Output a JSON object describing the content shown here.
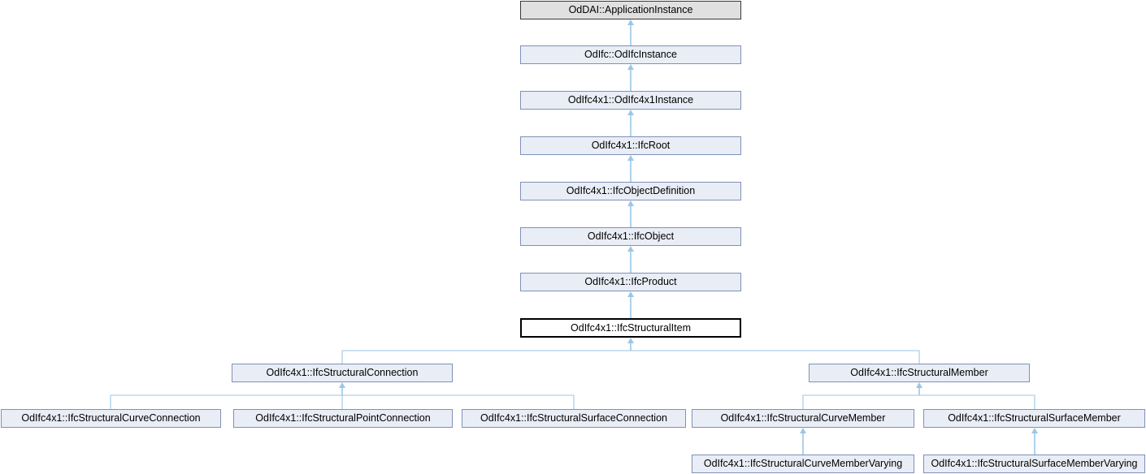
{
  "diagram": {
    "type": "class-inheritance-graph",
    "nodes": {
      "application_instance": {
        "label": "OdDAI::ApplicationInstance",
        "variant": "external"
      },
      "odifc_instance": {
        "label": "OdIfc::OdIfcInstance",
        "variant": "normal"
      },
      "odifc4x1_instance": {
        "label": "OdIfc4x1::OdIfc4x1Instance",
        "variant": "normal"
      },
      "ifc_root": {
        "label": "OdIfc4x1::IfcRoot",
        "variant": "normal"
      },
      "ifc_object_definition": {
        "label": "OdIfc4x1::IfcObjectDefinition",
        "variant": "normal"
      },
      "ifc_object": {
        "label": "OdIfc4x1::IfcObject",
        "variant": "normal"
      },
      "ifc_product": {
        "label": "OdIfc4x1::IfcProduct",
        "variant": "normal"
      },
      "ifc_structural_item": {
        "label": "OdIfc4x1::IfcStructuralItem",
        "variant": "current"
      },
      "structural_connection": {
        "label": "OdIfc4x1::IfcStructuralConnection",
        "variant": "normal"
      },
      "structural_member": {
        "label": "OdIfc4x1::IfcStructuralMember",
        "variant": "normal"
      },
      "curve_connection": {
        "label": "OdIfc4x1::IfcStructuralCurveConnection",
        "variant": "normal"
      },
      "point_connection": {
        "label": "OdIfc4x1::IfcStructuralPointConnection",
        "variant": "normal"
      },
      "surface_connection": {
        "label": "OdIfc4x1::IfcStructuralSurfaceConnection",
        "variant": "normal"
      },
      "curve_member": {
        "label": "OdIfc4x1::IfcStructuralCurveMember",
        "variant": "normal"
      },
      "surface_member": {
        "label": "OdIfc4x1::IfcStructuralSurfaceMember",
        "variant": "normal"
      },
      "curve_member_varying": {
        "label": "OdIfc4x1::IfcStructuralCurveMemberVarying",
        "variant": "normal"
      },
      "surface_member_varying": {
        "label": "OdIfc4x1::IfcStructuralSurfaceMemberVarying",
        "variant": "normal"
      }
    },
    "colors": {
      "node_fill": "#E9EDF5",
      "node_border": "#8090B8",
      "external_node_fill": "#E0E0E0",
      "external_node_border": "#383838",
      "current_node_fill": "#FFFFFF",
      "current_node_border": "#000000",
      "edge": "#9CC6E6",
      "text": "#000000",
      "background": "#FFFFFF"
    }
  }
}
